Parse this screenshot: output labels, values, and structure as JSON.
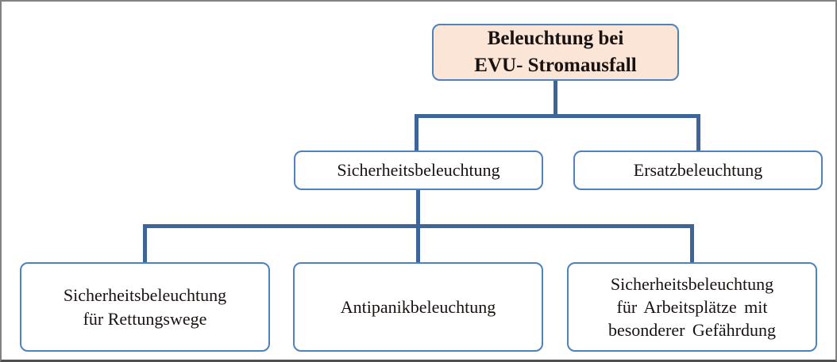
{
  "diagram": {
    "nodes": {
      "root": {
        "lines": [
          "Beleuchtung bei",
          "EVU- Stromausfall"
        ]
      },
      "sicherheitsbeleuchtung": {
        "label": "Sicherheitsbeleuchtung"
      },
      "ersatzbeleuchtung": {
        "label": "Ersatzbeleuchtung"
      },
      "rettungswege": {
        "lines": [
          "Sicherheitsbeleuchtung",
          "für Rettungswege"
        ]
      },
      "antipanik": {
        "label": "Antipanikbeleuchtung"
      },
      "arbeitsplaetze": {
        "lines": [
          "Sicherheitsbeleuchtung",
          "für Arbeitsplätze mit",
          "besonderer Gefährdung"
        ]
      }
    },
    "edges": [
      {
        "from": "root",
        "to": "sicherheitsbeleuchtung"
      },
      {
        "from": "root",
        "to": "ersatzbeleuchtung"
      },
      {
        "from": "sicherheitsbeleuchtung",
        "to": "rettungswege"
      },
      {
        "from": "sicherheitsbeleuchtung",
        "to": "antipanik"
      },
      {
        "from": "sicherheitsbeleuchtung",
        "to": "arbeitsplaetze"
      }
    ],
    "colors": {
      "box_border": "#4f81bd",
      "connector": "#3d6597",
      "root_fill": "#fbe5d6",
      "frame_border": "#828282",
      "frame_border_bottom": "#4f4f4f",
      "text": "#181211"
    }
  }
}
